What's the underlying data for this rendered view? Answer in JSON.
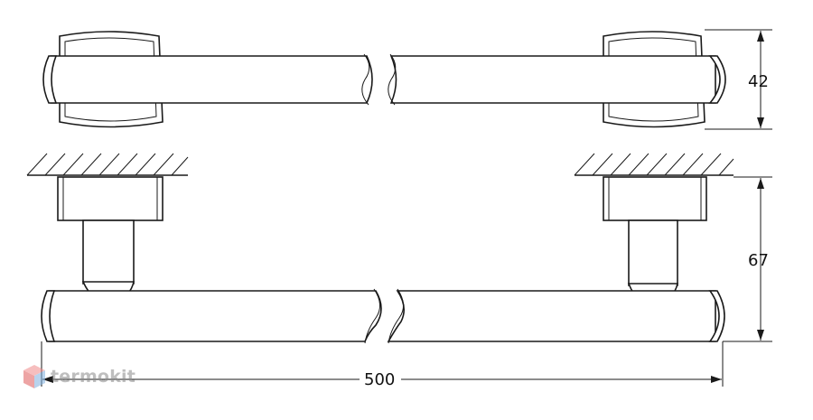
{
  "dimensions": {
    "height_top": "42",
    "height_side": "67",
    "length": "500"
  },
  "watermark": {
    "text": "termokit",
    "colors": {
      "top": "#f08a8a",
      "left": "#e05a5a",
      "right": "#7fb0e0"
    }
  },
  "colors": {
    "line": "#1a1a1a",
    "background": "#ffffff"
  }
}
